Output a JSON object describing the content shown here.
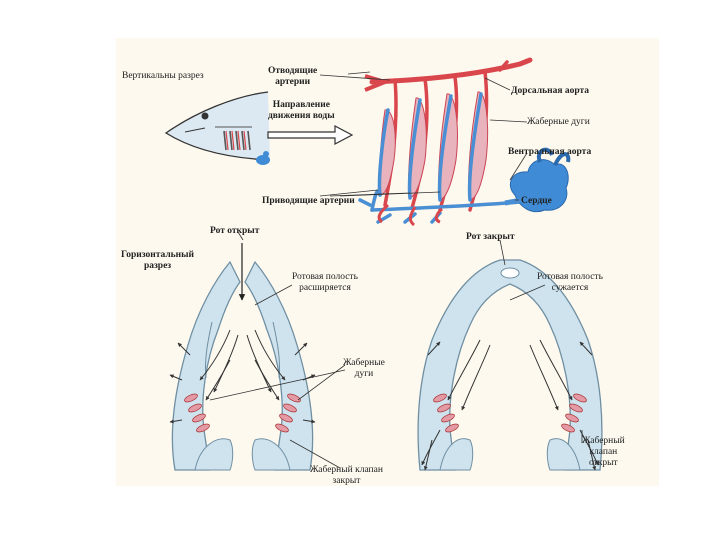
{
  "colors": {
    "panel": "#fdf9ee",
    "artery_red": "#d9474c",
    "artery_blue": "#4a8fd4",
    "tissue": "#cfe3ee",
    "tissue_stroke": "#6f8fa3",
    "gill_pink": "#e39aa5",
    "heart": "#3f8bd6"
  },
  "labels": {
    "vertical_section": "Вертикальны разрез",
    "efferent_arteries": "Отводящие\nартерии",
    "water_direction": "Направление\nдвижения воды",
    "dorsal_aorta": "Дорсальная аорта",
    "gill_arches_top": "Жаберные дуги",
    "ventral_aorta": "Вентральная аорта",
    "heart": "Сердце",
    "afferent_arteries": "Приводящие артерии",
    "mouth_open": "Рот открыт",
    "horizontal_section": "Горизонтальный\nразрез",
    "oral_cavity_expands": "Ротовая полость\nрасширяется",
    "gill_arches_bottom": "Жаберные\nдуги",
    "gill_valve_closed": "Жаберный клапан\nзакрыт",
    "mouth_closed": "Рот закрыт",
    "oral_cavity_contracts": "Ротовая полость\nсужается",
    "gill_valve_open": "Жаберный\nклапан\nоткрыт"
  },
  "icons": [
    "fish-outline-icon",
    "heart-icon",
    "arrow-icon"
  ]
}
